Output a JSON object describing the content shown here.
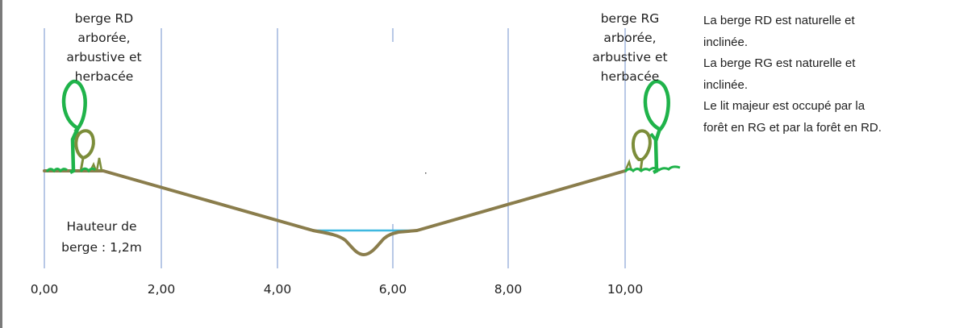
{
  "labels": {
    "rd": [
      "berge RD",
      "arborée,",
      "arbustive et",
      "herbacée"
    ],
    "rg": [
      "berge RG",
      "arborée,",
      "arbustive et",
      "herbacée"
    ],
    "height": [
      "Hauteur de",
      "berge : 1,2m"
    ]
  },
  "axis": {
    "x_range": [
      0,
      11
    ],
    "ticks": [
      "0,00",
      "2,00",
      "4,00",
      "6,00",
      "8,00",
      "10,00"
    ]
  },
  "description": [
    "La berge RD est naturelle et",
    "inclinée.",
    "La berge RG est naturelle et",
    "inclinée.",
    "Le lit majeur est occupé par la",
    "forêt en RG et par la forêt en RD."
  ],
  "colors": {
    "ground": "#8a7d4c",
    "water": "#3fb8e0",
    "gridline": "#b8c8e6",
    "tree_outer": "#1fb34a",
    "tree_inner": "#7c8d3a",
    "border": "#7a7a7a"
  },
  "icons": [
    "tree-rd-icon",
    "tree-rg-icon"
  ]
}
